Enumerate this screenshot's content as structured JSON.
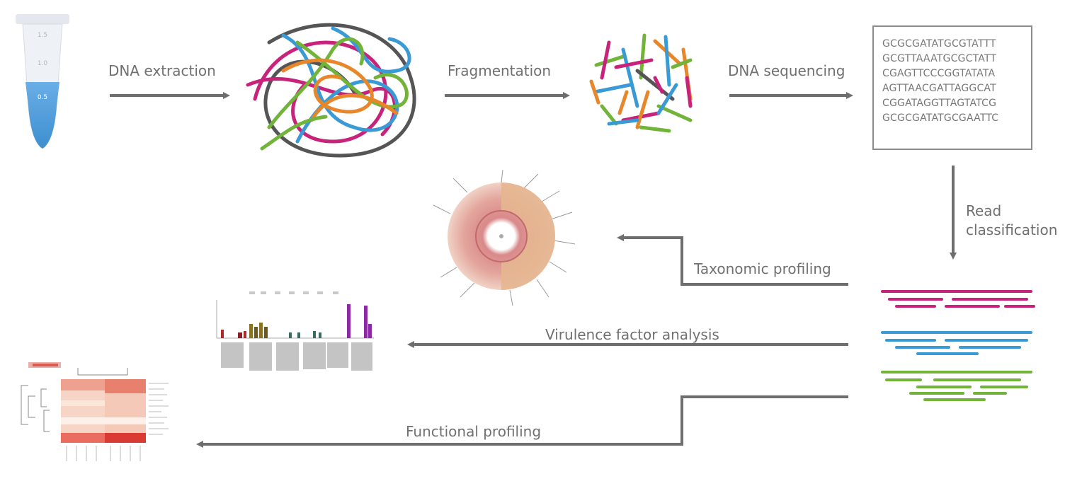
{
  "steps": {
    "dna_extraction": "DNA extraction",
    "fragmentation": "Fragmentation",
    "dna_sequencing": "DNA sequencing",
    "read_classification_line1": "Read",
    "read_classification_line2": "classification",
    "taxonomic_profiling": "Taxonomic profiling",
    "virulence_factor_analysis": "Virulence factor analysis",
    "functional_profiling": "Functional profiling"
  },
  "tube_marks": [
    "1.5",
    "1.0",
    "0.5"
  ],
  "sequences": [
    "GCGCGATATGCGTATTT",
    "GCGTTAAATGCGCTATT",
    "CGAGTTCCCGGTATATA",
    "AGTTAACGATTAGGCAT",
    "CGGATAGGTTAGTATCG",
    "GCGCGATATGCGAATTC"
  ],
  "colors": {
    "arrow": "#6e6e6e",
    "magenta": "#c8237a",
    "blue": "#3a9ad6",
    "green": "#72b43a",
    "orange": "#e8862a",
    "gray_strand": "#555555",
    "tube_fill": "#4a9ad8"
  }
}
